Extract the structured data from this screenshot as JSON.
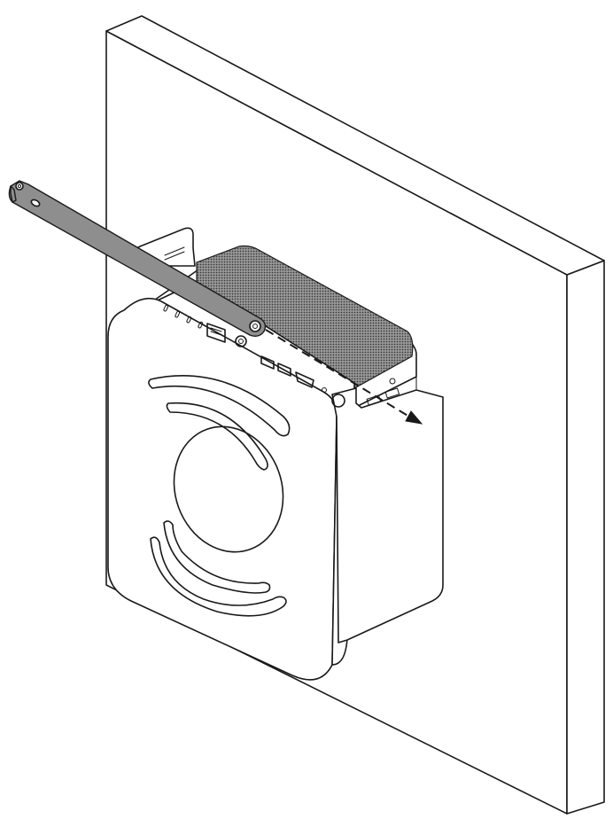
{
  "figure": {
    "subject": "mini-pc-wall-mount-removal",
    "icons": [
      "wall-panel",
      "mounting-bracket",
      "mini-pc",
      "release-tool",
      "direction-arrow"
    ],
    "colors": {
      "line": "#1a1a1a",
      "background": "#ffffff",
      "tool_fill": "#8e8e8e",
      "mesh_fill": "#6f6f6f"
    }
  }
}
